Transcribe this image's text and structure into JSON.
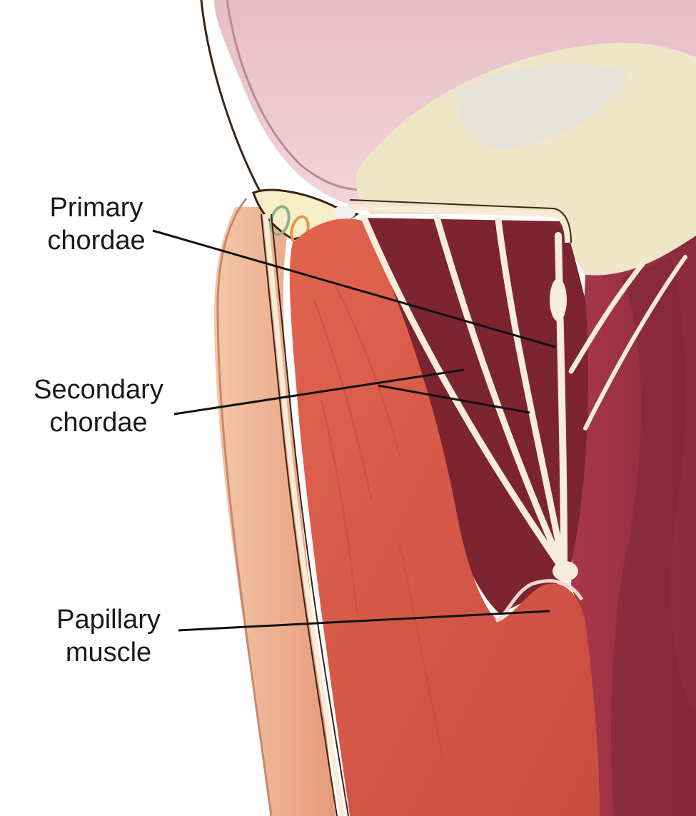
{
  "labels": {
    "primary": {
      "line1": "Primary",
      "line2": "chordae"
    },
    "secondary": {
      "line1": "Secondary",
      "line2": "chordae"
    },
    "papillary": {
      "line1": "Papillary",
      "line2": "muscle"
    }
  },
  "colors": {
    "background": "#ffffff",
    "myocardium": "#d9574a",
    "myocardium_dark": "#c44a3f",
    "chamber_shadow": "#7c2430",
    "chordae": "#f7ecd8",
    "valve_leaflet": "#efe3bf",
    "wall_pink": "#e8b8c4",
    "outline": "#3a2418",
    "leader_line": "#111111"
  }
}
